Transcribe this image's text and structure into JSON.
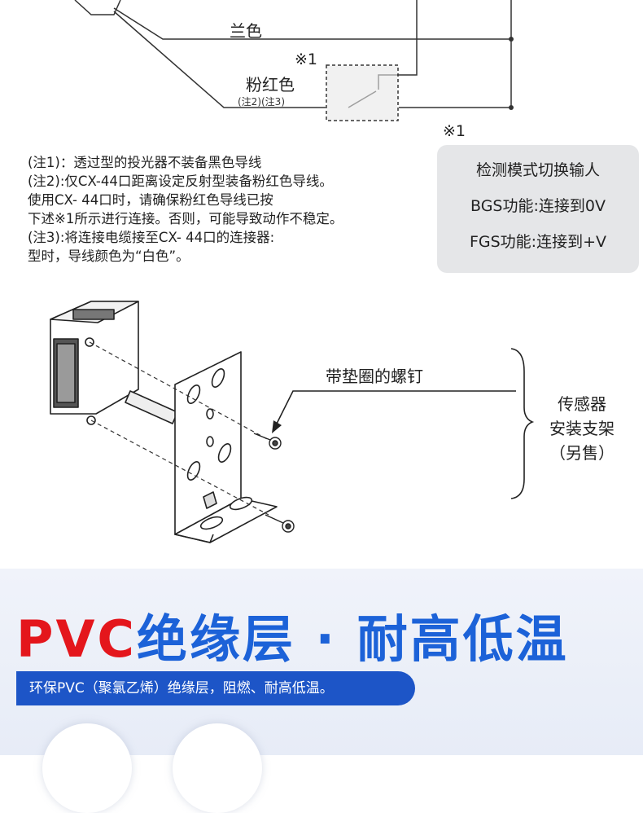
{
  "wiring": {
    "label_blue": "兰色",
    "label_pink": "粉红色",
    "label_pink_notes": "(注2)(注3)",
    "mark_1": "※1",
    "mark_2": "※1"
  },
  "notes": {
    "lines": [
      "(注1)：透过型的投光器不装备黑色导线",
      "(注2):仅CX-44口距离设定反射型装备粉红色导线。",
      "使用CX- 44口时，请确保粉红色导线已按",
      "下述※1所示进行连接。否则，可能导致动作不稳定。",
      "(注3):将连接电缆接至CX- 44口的连接器:",
      "型时，导线颜色为“白色”。"
    ]
  },
  "mode_box": {
    "title": "检测模式切换输人",
    "bgs": "BGS功能:连接到0V",
    "fgs": "FGS功能:连接到+V"
  },
  "bracket": {
    "screw_label": "带垫圈的螺钉",
    "bracket_label_1": "传感器",
    "bracket_label_2": "安装支架",
    "bracket_label_3": "（另售）"
  },
  "banner": {
    "title_red": "PVC",
    "title_blue": "绝缘层 · 耐高低温",
    "subtitle": "环保PVC（聚氯乙烯）绝缘层，阻燃、耐高低温。",
    "colors": {
      "red": "#e4161c",
      "blue": "#1c62d8",
      "pill": "#1d55c7"
    }
  }
}
